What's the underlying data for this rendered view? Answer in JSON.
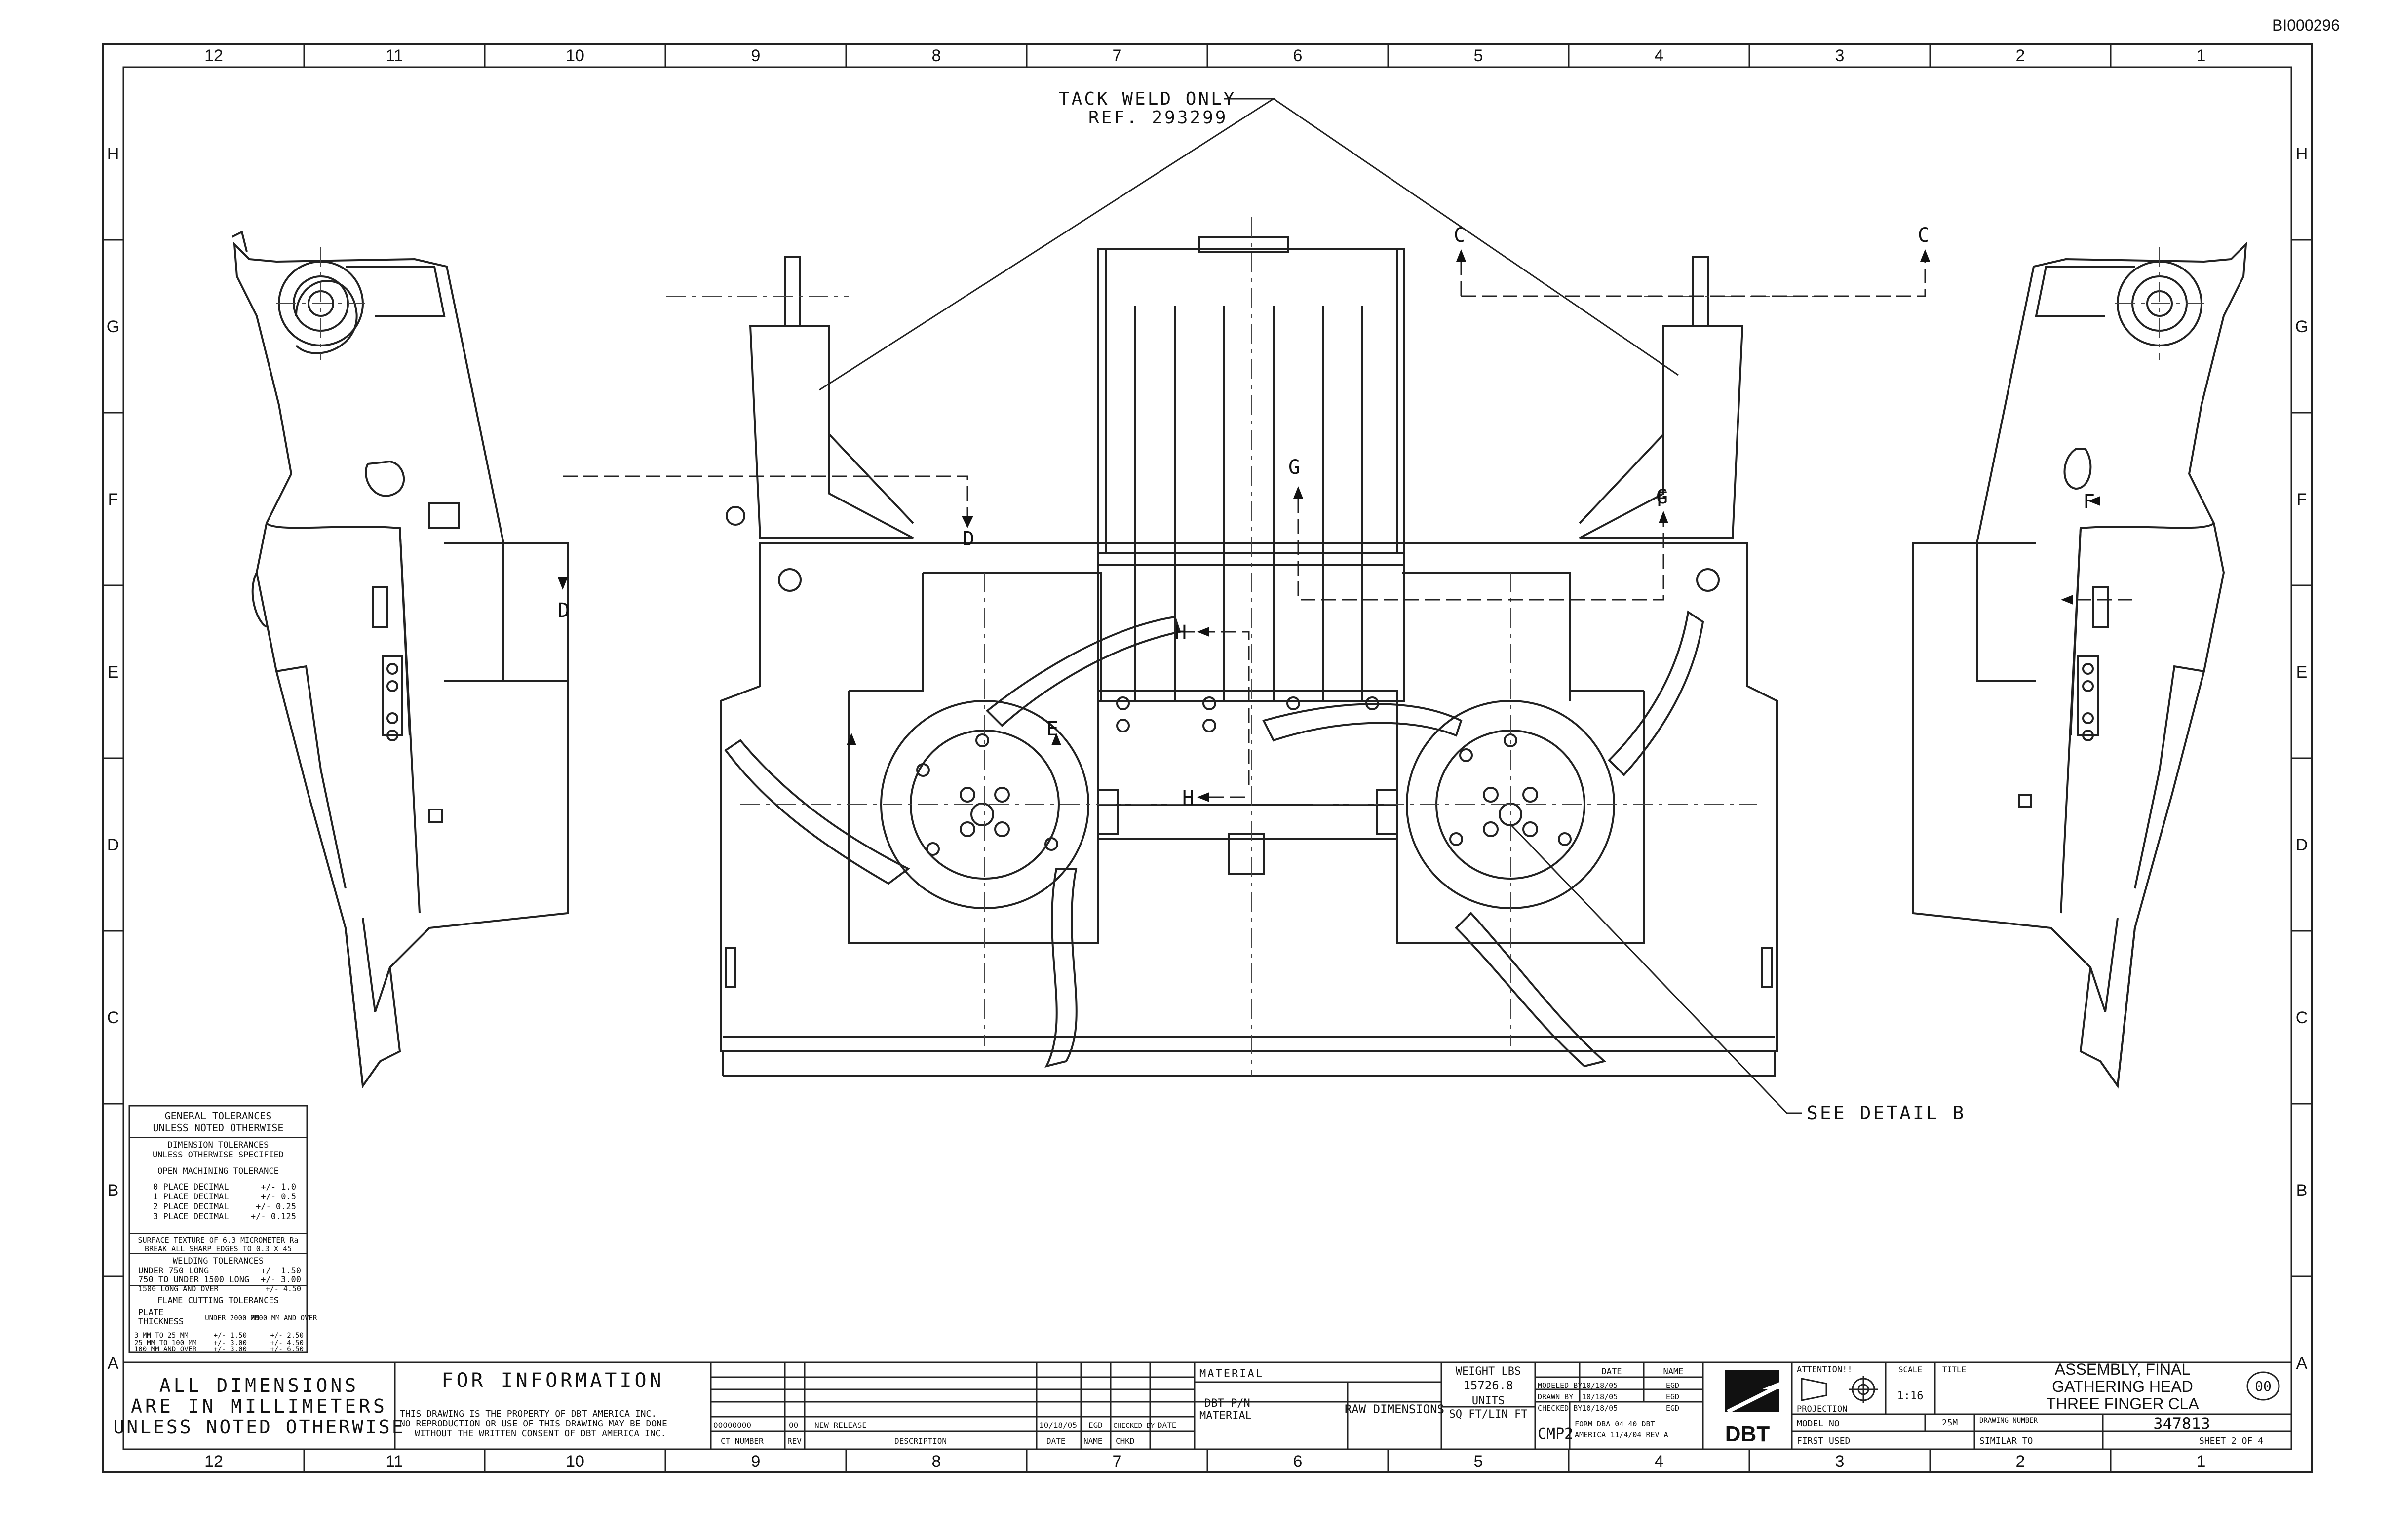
{
  "drawing_ref": "BI000296",
  "zones_x": [
    "12",
    "11",
    "10",
    "9",
    "8",
    "7",
    "6",
    "5",
    "4",
    "3",
    "2",
    "1"
  ],
  "zones_y": [
    "H",
    "G",
    "F",
    "E",
    "D",
    "C",
    "B",
    "A"
  ],
  "callouts": {
    "tack_weld": "TACK WELD ONLY",
    "tack_ref": "REF. 293299",
    "see_detail": "SEE DETAIL  B",
    "section_c1": "C",
    "section_c2": "C",
    "section_d1": "D",
    "section_d2": "D",
    "section_f1": "F",
    "section_f2": "F",
    "section_g1": "G",
    "section_g2": "G",
    "section_h1": "H",
    "section_h2": "H",
    "section_e1": "E"
  },
  "tolerances": {
    "title1": "GENERAL TOLERANCES",
    "title2": "UNLESS NOTED OTHERWISE",
    "dim_title1": "DIMENSION TOLERANCES",
    "dim_title2": "UNLESS OTHERWISE SPECIFIED",
    "open_machining": "OPEN MACHINING TOLERANCE",
    "rows": [
      {
        "label": "0 PLACE DECIMAL",
        "value": "+/- 1.0"
      },
      {
        "label": "1 PLACE DECIMAL",
        "value": "+/- 0.5"
      },
      {
        "label": "2 PLACE DECIMAL",
        "value": "+/- 0.25"
      },
      {
        "label": "3 PLACE DECIMAL",
        "value": "+/- 0.125"
      }
    ],
    "surface1": "SURFACE TEXTURE OF 6.3 MICROMETER Ra",
    "surface2": "BREAK ALL SHARP EDGES TO 0.3 X 45",
    "welding_title": "WELDING TOLERANCES",
    "welding_rows": [
      {
        "label": "UNDER 750 LONG",
        "value": "+/- 1.50"
      },
      {
        "label": "750 TO UNDER 1500 LONG",
        "value": "+/- 3.00"
      },
      {
        "label": "1500 LONG AND OVER",
        "value": "+/- 4.50"
      }
    ],
    "flame_title": "FLAME CUTTING TOLERANCES",
    "flame_head1": "PLATE",
    "flame_head2": "THICKNESS",
    "flame_head3": "UNDER 2000 MM",
    "flame_head4": "2000 MM AND OVER",
    "flame_rows": [
      {
        "t": "3 MM TO 25 MM",
        "a": "+/- 1.50",
        "b": "+/- 2.50"
      },
      {
        "t": "25 MM TO 100 MM",
        "a": "+/- 3.00",
        "b": "+/- 4.50"
      },
      {
        "t": "100 MM AND OVER",
        "a": "+/- 3.00",
        "b": "+/- 6.50"
      }
    ]
  },
  "title_block": {
    "all_dims1": "ALL DIMENSIONS",
    "all_dims2": "ARE IN MILLIMETERS",
    "all_dims3": "UNLESS NOTED OTHERWISE",
    "for_info": "FOR INFORMATION",
    "property1": "THIS DRAWING IS THE PROPERTY OF DBT AMERICA INC.",
    "property2": "NO REPRODUCTION OR USE OF THIS DRAWING MAY BE DONE",
    "property3": "WITHOUT THE WRITTEN CONSENT OF DBT AMERICA INC.",
    "rev_number": "00000000",
    "rev_code": "00",
    "rev_desc": "NEW RELEASE",
    "rev_date": "10/18/05",
    "rev_name": "EGD",
    "col_ct_number": "CT NUMBER",
    "col_rev": "REV",
    "col_description": "DESCRIPTION",
    "col_date": "DATE",
    "col_name": "NAME",
    "col_chkd": "CHKD",
    "col_checked_by": "CHECKED BY",
    "col_date2": "DATE",
    "material": "MATERIAL",
    "dbt_pn1": "DBT P/N",
    "dbt_pn2": "MATERIAL",
    "raw_dims": "RAW DIMENSIONS",
    "weight_label": "WEIGHT LBS",
    "weight_value": "15726.8",
    "units_label": "UNITS",
    "units_value": "SQ FT/LIN FT",
    "modeled_by": "MODELED BY",
    "modeled_date": "10/18/05",
    "modeled_name": "EGD",
    "drawn_by": "DRAWN BY",
    "drawn_date": "10/18/05",
    "drawn_name": "EGD",
    "checked_by": "CHECKED BY",
    "checked_date": "10/18/05",
    "checked_name": "EGD",
    "date_head": "DATE",
    "name_head": "NAME",
    "cmp": "CMP2",
    "form1": "FORM  DBA 04 40  DBT",
    "form2": "AMERICA 11/4/04 REV A",
    "logo": "DBT",
    "attention": "ATTENTION!!",
    "projection": "PROJECTION",
    "scale_label": "SCALE",
    "scale_value": "1:16",
    "title_label": "TITLE",
    "title1": "ASSEMBLY, FINAL",
    "title2": "GATHERING HEAD",
    "title3": "THREE FINGER CLA",
    "rev_circle": "00",
    "model_no": "MODEL NO",
    "model_value": "25M",
    "drawing_number_label": "DRAWING NUMBER",
    "drawing_number": "347813",
    "first_used": "FIRST USED",
    "similar_to": "SIMILAR TO",
    "sheet": "SHEET 2 OF 4"
  }
}
